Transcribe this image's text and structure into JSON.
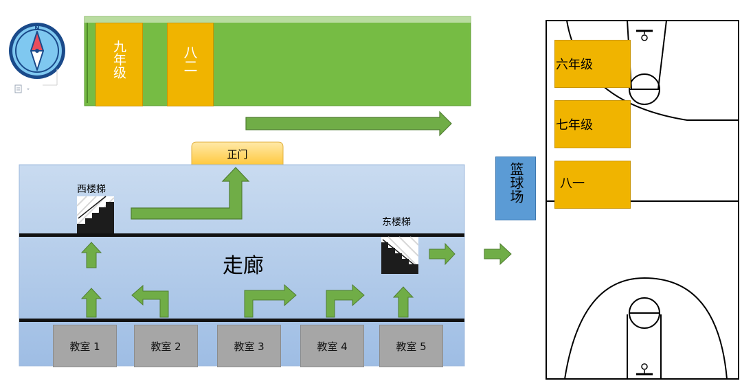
{
  "field": {
    "grade9_label": "九年级",
    "grade82_label": "八二"
  },
  "building": {
    "main_gate_label": "正门",
    "west_stairs_label": "西楼梯",
    "east_stairs_label": "东楼梯",
    "corridor_label": "走廊",
    "classrooms": [
      "教室 1",
      "教室 2",
      "教室 3",
      "教室 4",
      "教室 5"
    ]
  },
  "court": {
    "side_label": "篮球场",
    "blocks": [
      "六年级",
      "七年级",
      "八一"
    ]
  },
  "colors": {
    "field_green": "#76bc44",
    "field_top_strip": "#b9dca0",
    "arrow_green": "#70ad47",
    "arrow_border": "#507e32",
    "grade_yellow": "#f0b400",
    "building_blue": "#b8d0ea",
    "room_gray": "#a6a6a6",
    "court_label_blue": "#5b9bd5",
    "gate_fill": "#ffd870"
  },
  "icons": {
    "compass": "compass-icon",
    "stairs": "staircase-icon",
    "document": "document-icon"
  }
}
